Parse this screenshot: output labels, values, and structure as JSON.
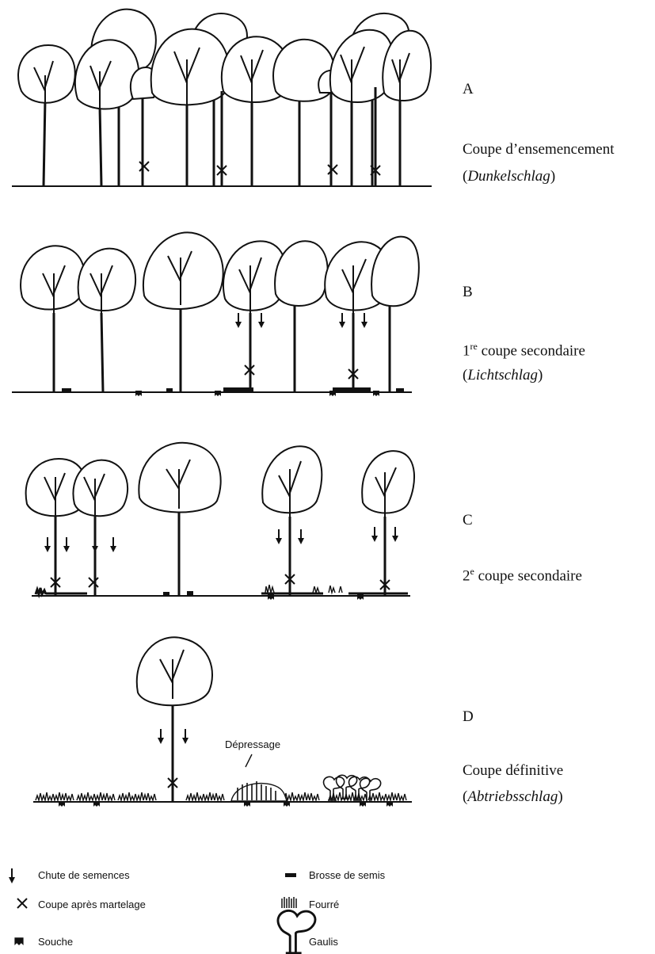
{
  "panels": {
    "a": {
      "letter": "A",
      "title": "Coupe d’ensemencement",
      "subtitle": "Dunkelschlag"
    },
    "b": {
      "letter": "B",
      "title_prefix": "1",
      "title_sup": "re",
      "title_rest": " coupe secondaire",
      "subtitle": "Lichtschlag"
    },
    "c": {
      "letter": "C",
      "title_prefix": "2",
      "title_sup": "e",
      "title_rest": " coupe secondaire"
    },
    "d": {
      "letter": "D",
      "title": "Coupe définitive",
      "subtitle": "Abtriebsschlag",
      "annotation": "Dépressage"
    }
  },
  "legend": {
    "seed_fall": "Chute de semences",
    "cut_after_marking": "Coupe après martelage",
    "stump": "Souche",
    "seedling_brush": "Brosse de semis",
    "thicket": "Fourré",
    "sapling": "Gaulis"
  },
  "icons": [
    "arrow-down-icon",
    "cross-icon",
    "stump-icon",
    "seedling-brush-icon",
    "thicket-icon",
    "sapling-icon"
  ],
  "colors": {
    "ink": "#111111",
    "paper": "#ffffff"
  }
}
